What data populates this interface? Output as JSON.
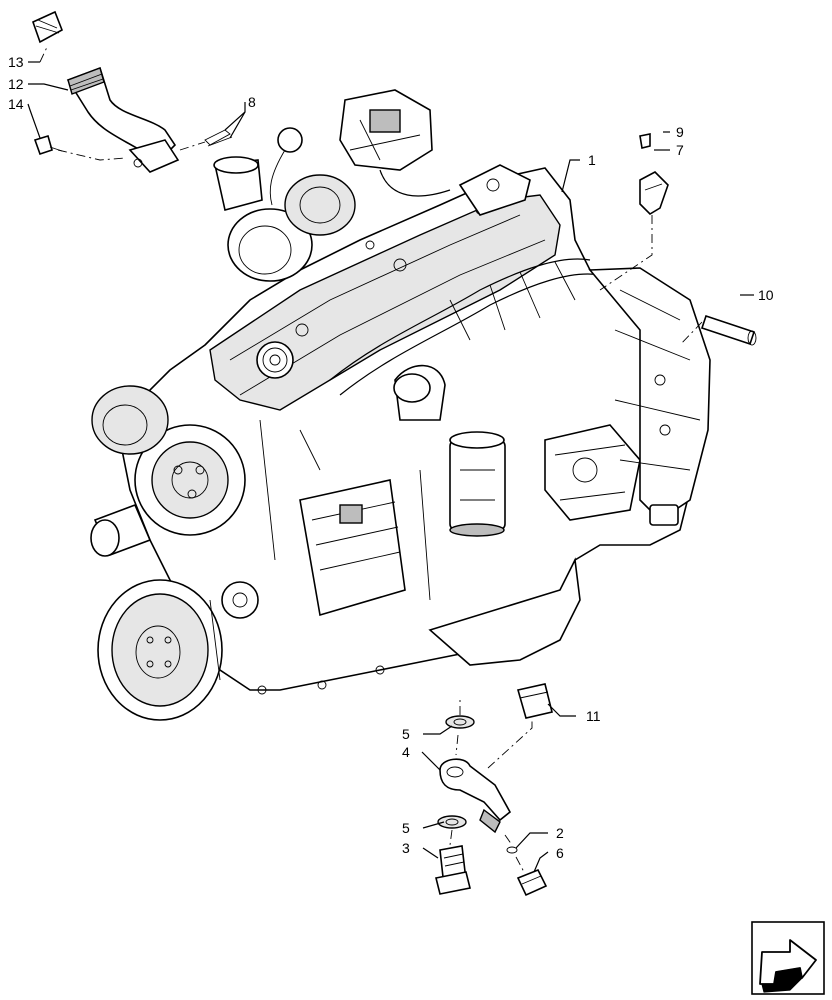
{
  "diagram": {
    "callouts": {
      "c1": "1",
      "c2": "2",
      "c3": "3",
      "c4": "4",
      "c5a": "5",
      "c5b": "5",
      "c6": "6",
      "c7": "7",
      "c8": "8",
      "c9": "9",
      "c10": "10",
      "c11": "11",
      "c12": "12",
      "c13": "13",
      "c14": "14"
    },
    "icons": {
      "nav": "page-turn-arrow-icon"
    }
  }
}
